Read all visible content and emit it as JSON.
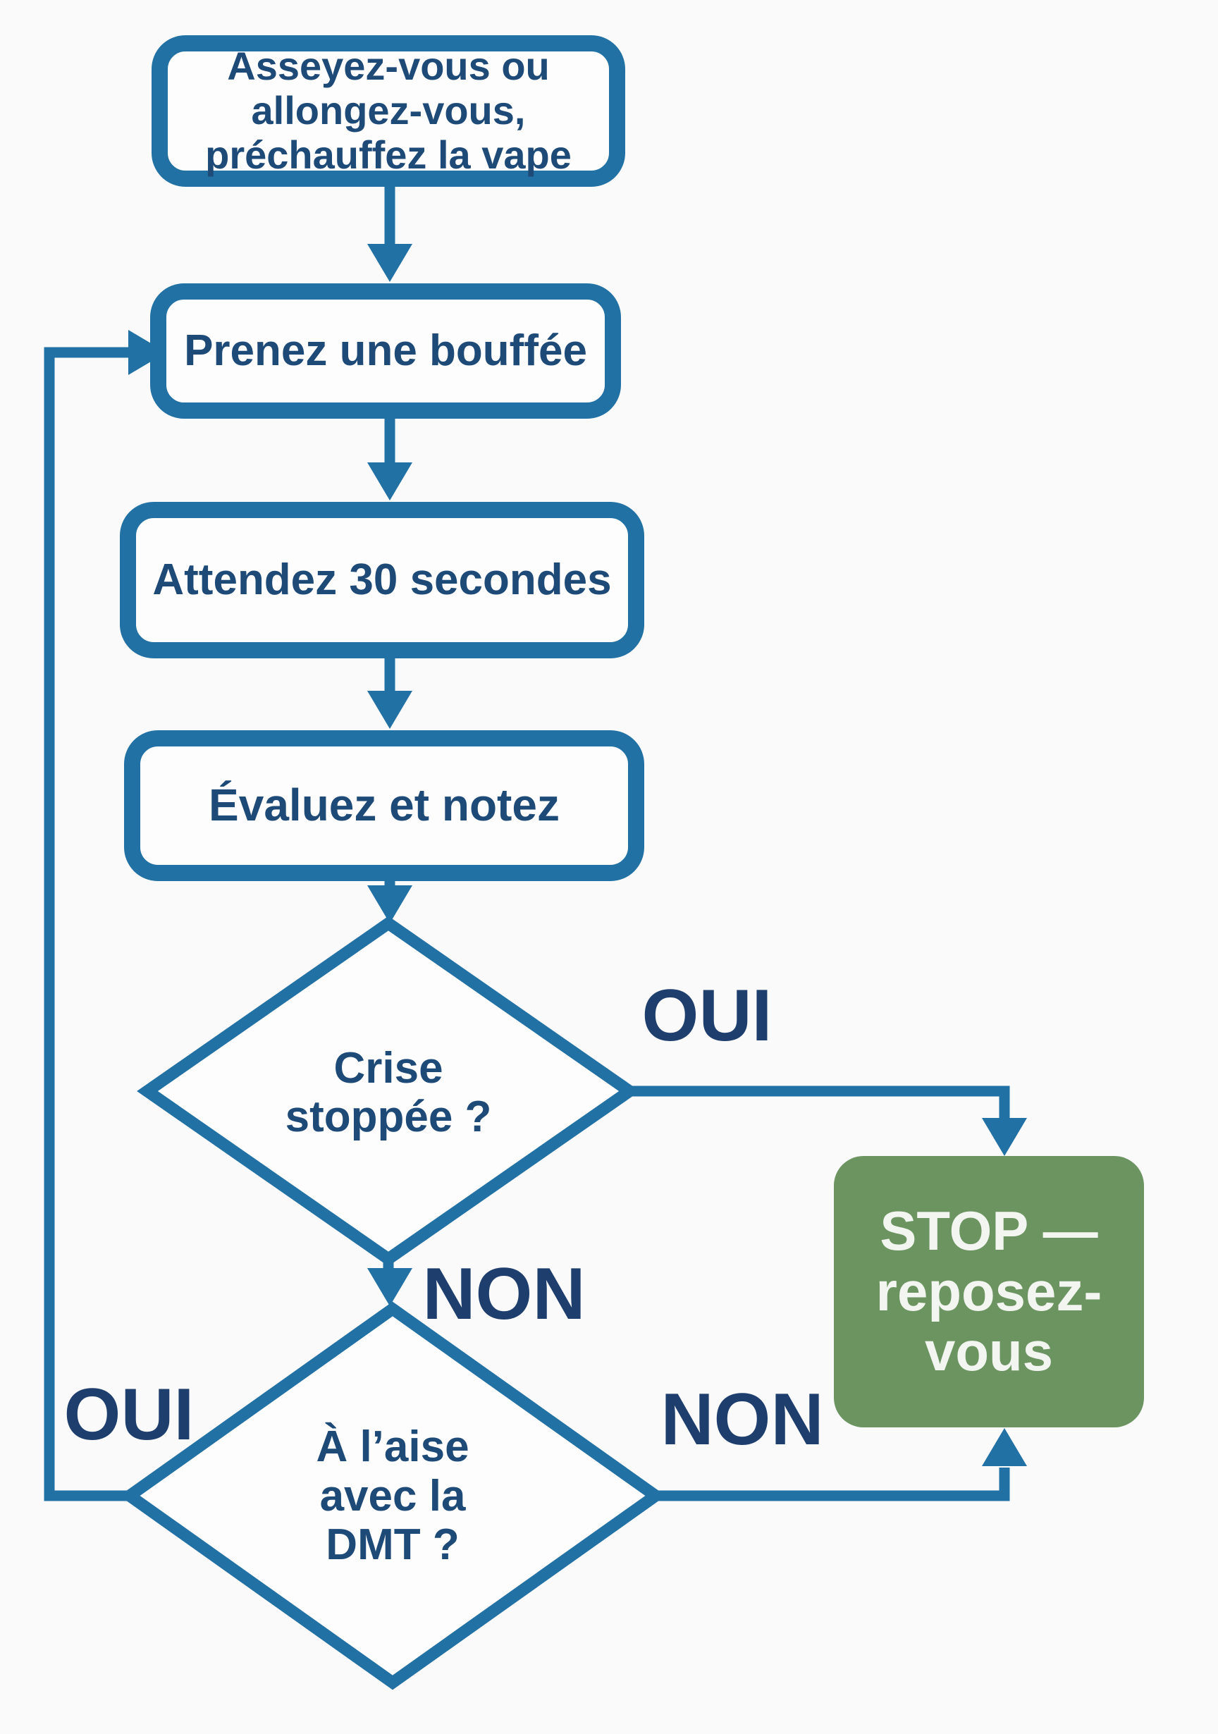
{
  "flowchart": {
    "colors": {
      "line_blue": "#2171a4",
      "text_navy": "#1d4a77",
      "label_navy": "#1e3f6d",
      "stop_green": "#6b9460",
      "stop_text": "#f3f6f0",
      "background": "#fafafb"
    },
    "nodes": {
      "setup": {
        "label": "Asseyez-vous ou\nallongez-vous,\npréchauffez la vape"
      },
      "puff": {
        "label": "Prenez une bouffée"
      },
      "wait": {
        "label": "Attendez 30 secondes"
      },
      "rate": {
        "label": "Évaluez et notez"
      },
      "crisis": {
        "label": "Crise\nstoppée ?"
      },
      "comfort": {
        "label": "À l’aise\navec la\nDMT ?"
      },
      "stop": {
        "label": "STOP —\nreposez-\nvous"
      }
    },
    "edge_labels": {
      "crisis_yes": "OUI",
      "crisis_no": "NON",
      "comfort_yes": "OUI",
      "comfort_no": "NON"
    }
  }
}
